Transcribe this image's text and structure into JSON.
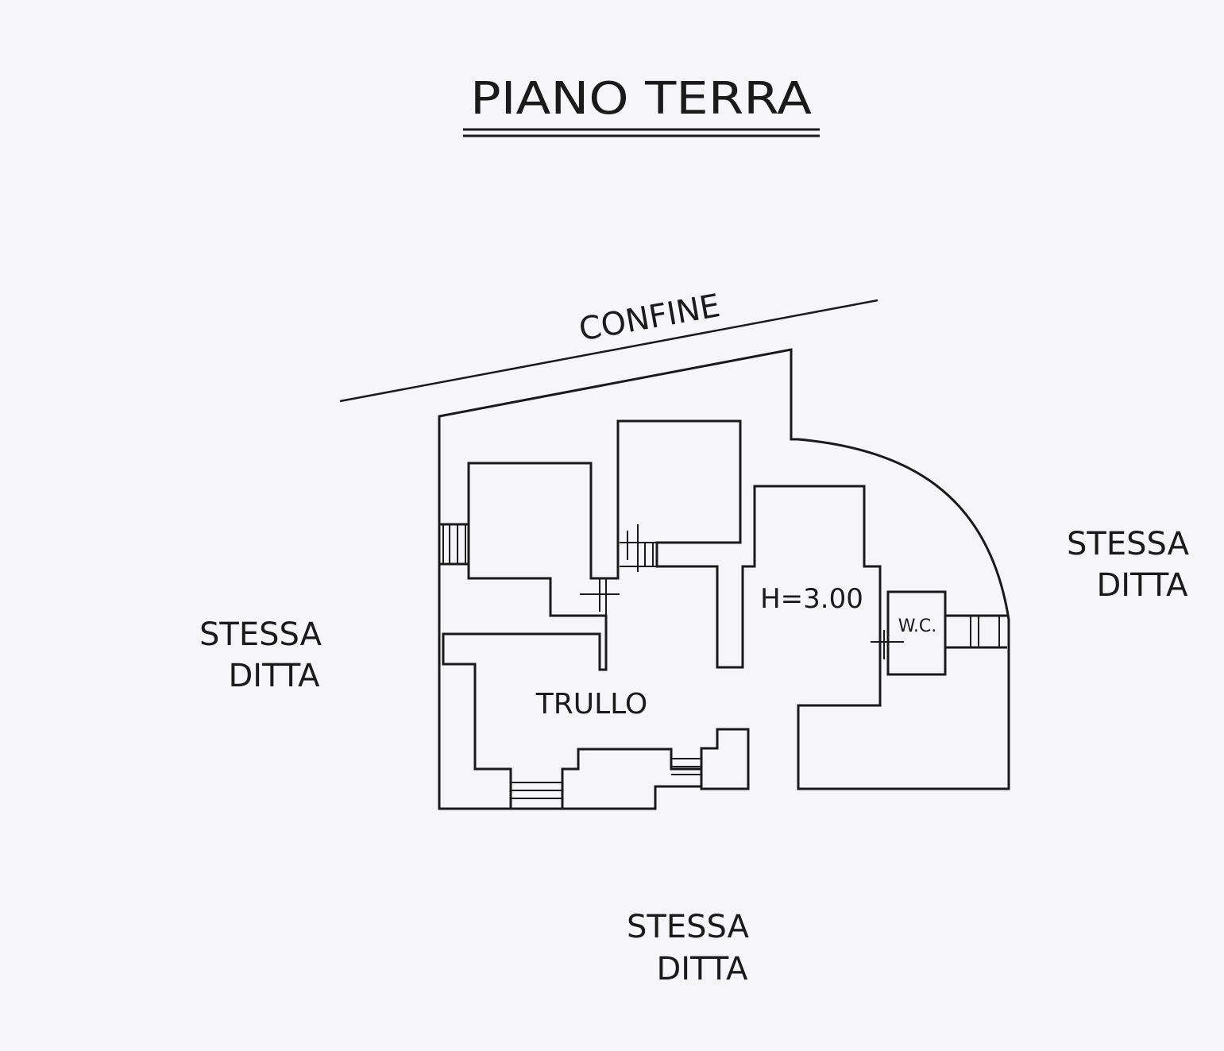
{
  "title": "PIANO TERRA",
  "boundary_label": "CONFINE",
  "rooms": {
    "main_label": "TRULLO",
    "height_label": "H=3.00",
    "wc_label": "W.C."
  },
  "neighbors": {
    "left": [
      "STESSA",
      "DITTA"
    ],
    "right": [
      "STESSA",
      "DITTA"
    ],
    "bottom": [
      "STESSA",
      "DITTA"
    ]
  },
  "colors": {
    "ink": "#1a1a1a",
    "paper": "#f6f5f7"
  }
}
